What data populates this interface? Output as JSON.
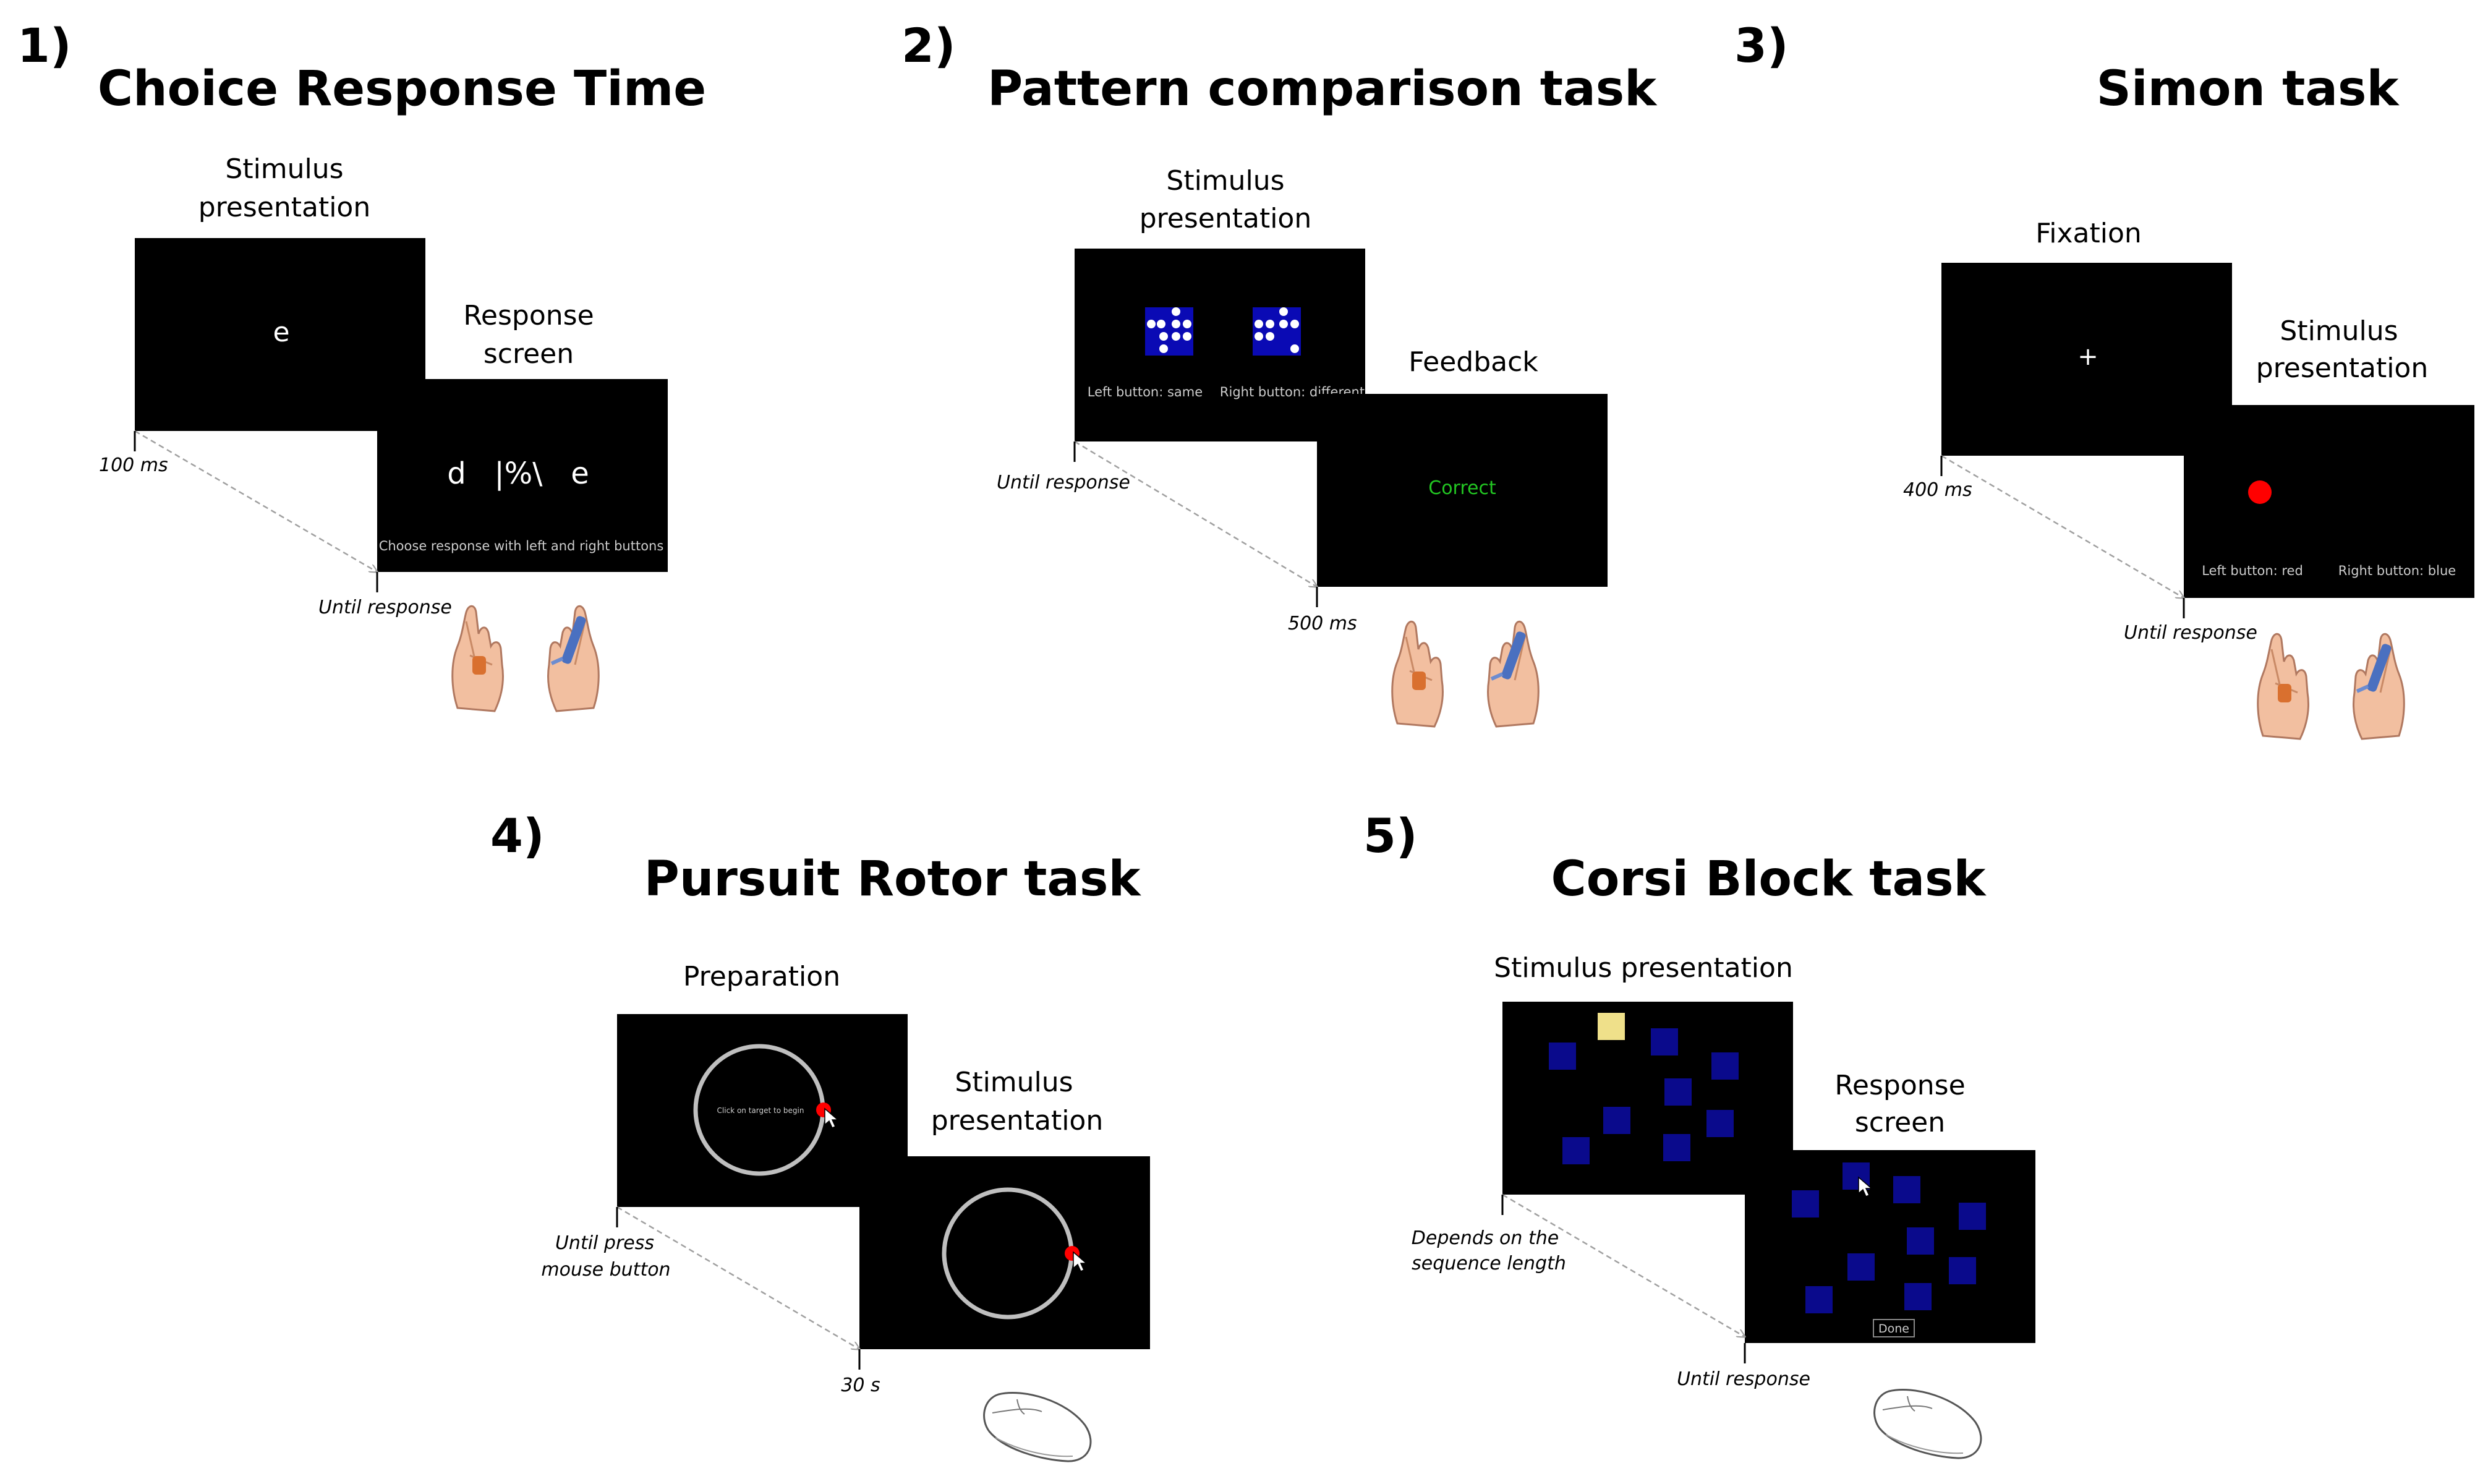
{
  "figure": {
    "panels": [
      {
        "number": "1)",
        "title": "Choice Response Time",
        "screen1_label": [
          "Stimulus",
          "presentation"
        ],
        "screen1_text": "e",
        "screen2_label": [
          "Response",
          "screen"
        ],
        "screen2_text": "d   |%\\   e",
        "screen2_hint": "Choose response with left and right buttons",
        "time1": "100 ms",
        "time2": "Until response"
      },
      {
        "number": "2)",
        "title": "Pattern comparison task",
        "screen1_label": [
          "Stimulus",
          "presentation"
        ],
        "screen1_hint_left": "Left button: same",
        "screen1_hint_right": "Right button: different",
        "screen2_label": [
          "Feedback"
        ],
        "screen2_text": "Correct",
        "time1": "Until response",
        "time2": "500 ms"
      },
      {
        "number": "3)",
        "title": "Simon task",
        "screen1_label": [
          "Fixation"
        ],
        "screen1_text": "+",
        "screen2_label": [
          "Stimulus",
          "presentation"
        ],
        "screen2_hint_left": "Left button: red",
        "screen2_hint_right": "Right button: blue",
        "time1": "400 ms",
        "time2": "Until response"
      },
      {
        "number": "4)",
        "title": "Pursuit Rotor task",
        "screen1_label": [
          "Preparation"
        ],
        "screen1_text": "Click on target to begin",
        "screen2_label": [
          "Stimulus",
          "presentation"
        ],
        "time1": [
          "Until press",
          "mouse button"
        ],
        "time2": "30 s"
      },
      {
        "number": "5)",
        "title": "Corsi  Block task",
        "screen1_label": [
          "Stimulus presentation"
        ],
        "screen2_label": [
          "Response",
          "screen"
        ],
        "screen2_button": "Done",
        "time1": [
          "Depends on the",
          "sequence length"
        ],
        "time2": "Until response"
      }
    ],
    "icons": {
      "hand": "hand-on-button-icon",
      "mouse": "computer-mouse-icon",
      "cursor": "mouse-cursor-icon"
    },
    "colors": {
      "screen": "#000000",
      "pattern_box": "#0a0ab4",
      "correct": "#22c522",
      "target": "#ff0000",
      "corsi_block": "#0a0a8c",
      "corsi_lit": "#efe08a",
      "ring": "#bfbfbf",
      "arrow": "#a0a0a0",
      "hint": "#cccccc"
    }
  }
}
